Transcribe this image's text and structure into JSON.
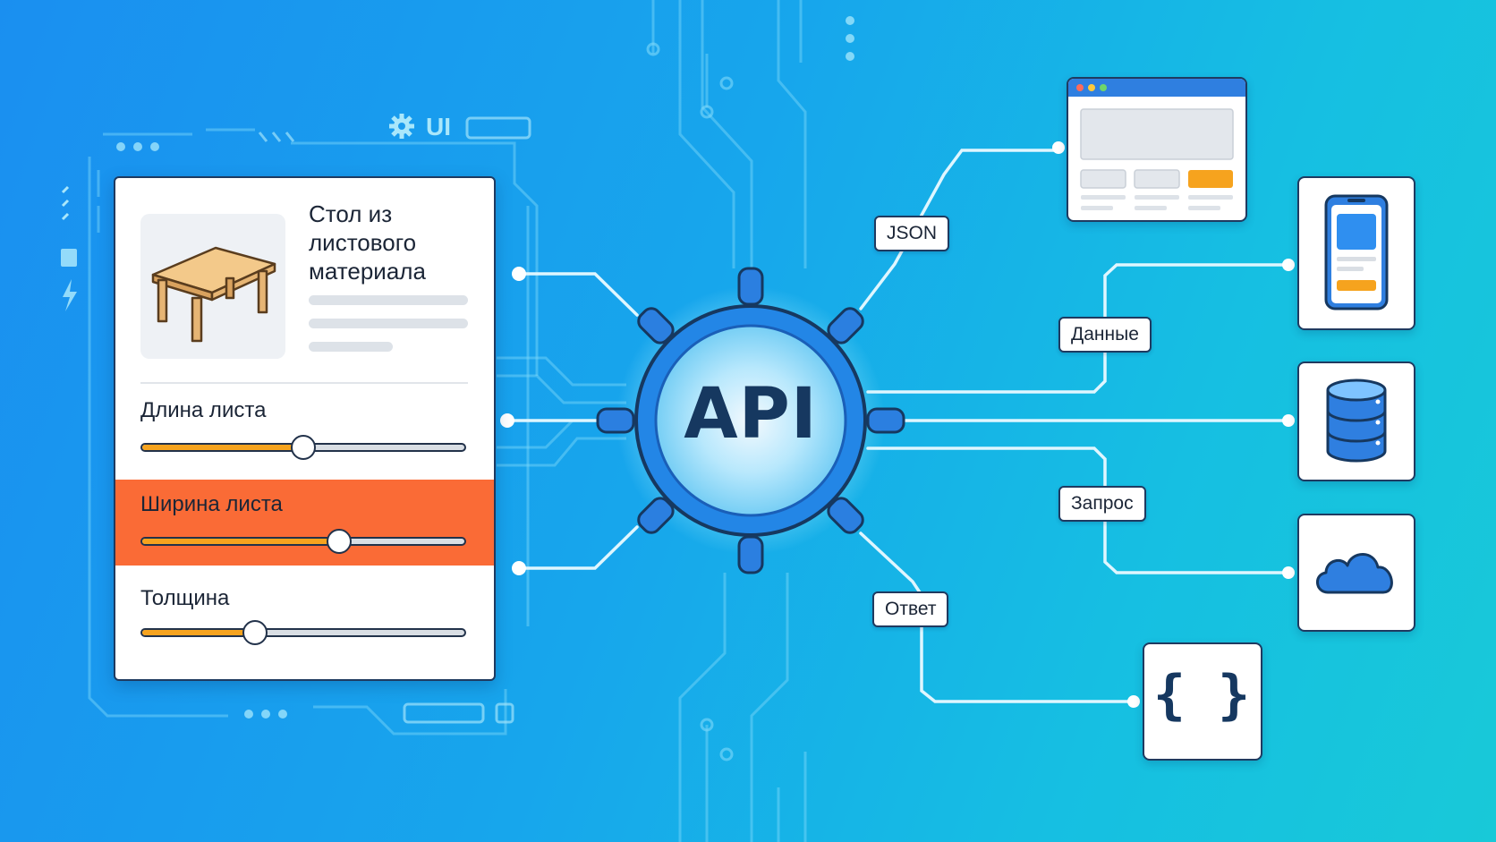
{
  "panel": {
    "product_title": "Стол из листового материала",
    "sliders": [
      {
        "label": "Длина листа",
        "value": 0.5
      },
      {
        "label": "Ширина листа",
        "value": 0.61
      },
      {
        "label": "Толщина",
        "value": 0.35
      }
    ],
    "ui_label": "UI",
    "highlight_color": "#fa6b36",
    "fill_color": "#f6a31e"
  },
  "hub": {
    "label": "API"
  },
  "edges": {
    "json": "JSON",
    "data": "Данные",
    "request": "Запрос",
    "response": "Ответ"
  },
  "targets": {
    "browser": "browser-window-icon",
    "phone": "smartphone-icon",
    "database": "database-icon",
    "cloud": "cloud-icon",
    "code": "{ }"
  },
  "colors": {
    "background_start": "#1a8ff0",
    "background_end": "#18c9d8",
    "hub_ring": "#1f6fd6",
    "outline": "#1f3a60"
  }
}
